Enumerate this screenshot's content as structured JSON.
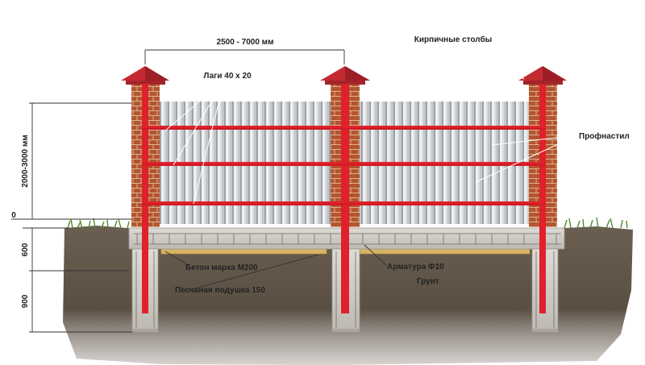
{
  "labels": {
    "span": "2500 - 7000 мм",
    "brick_posts": "Кирпичные столбы",
    "rails": "Лаги 40 х 20",
    "height": "2000-3000 мм",
    "zero": "0",
    "profiled_sheet": "Профнастил",
    "depth_top": "600",
    "depth_bottom": "900",
    "concrete": "Бетон марка М200",
    "rebar": "Арматура Ф10",
    "soil": "Грунт",
    "sand_bed": "Песчаная подушка 150"
  },
  "icons": {
    "post_cap": "roof-cap-icon"
  },
  "colors": {
    "steel": "#e0202a",
    "brick": "#b4552f",
    "cap": "#b8252c",
    "soil": "#5d5245",
    "concrete": "#cfccc6",
    "sand": "#d6b463",
    "grass": "#4f8a2e",
    "sheet": "#c3c6cb"
  }
}
